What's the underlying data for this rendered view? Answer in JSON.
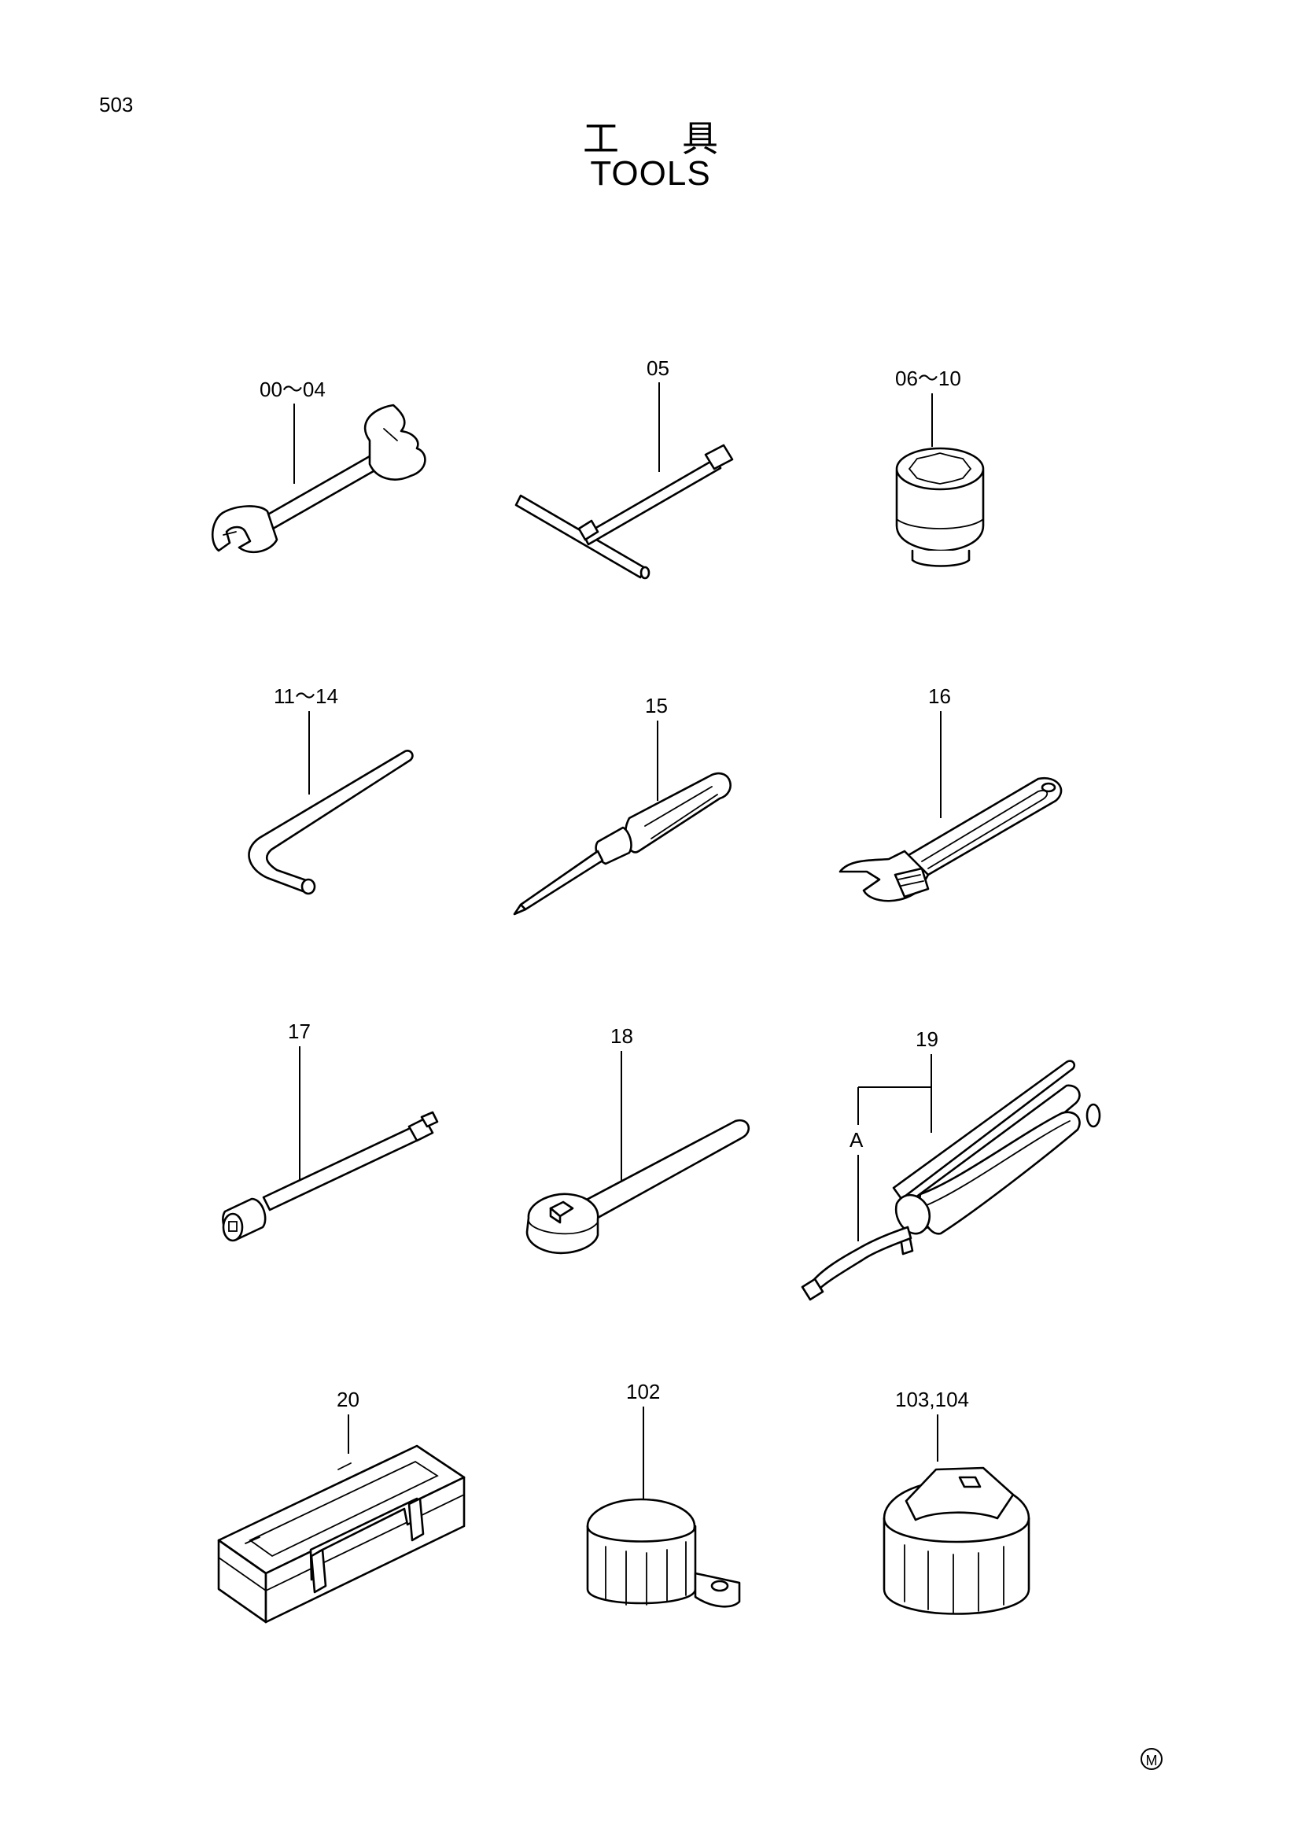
{
  "page": {
    "number": "503",
    "title_jp": "工具",
    "title_en": "TOOLS",
    "mark": "M"
  },
  "callouts": {
    "wrench": "00～04",
    "t_handle": "05",
    "socket": "06～10",
    "hex_key": "11～14",
    "screwdriver": "15",
    "adjustable_wrench": "16",
    "extension_bar": "17",
    "ratchet_handle": "18",
    "grease_gun": "19",
    "grease_gun_hose": "A",
    "tool_box": "20",
    "filter_wrench_band": "102",
    "filter_wrench_cup": "103,104"
  }
}
